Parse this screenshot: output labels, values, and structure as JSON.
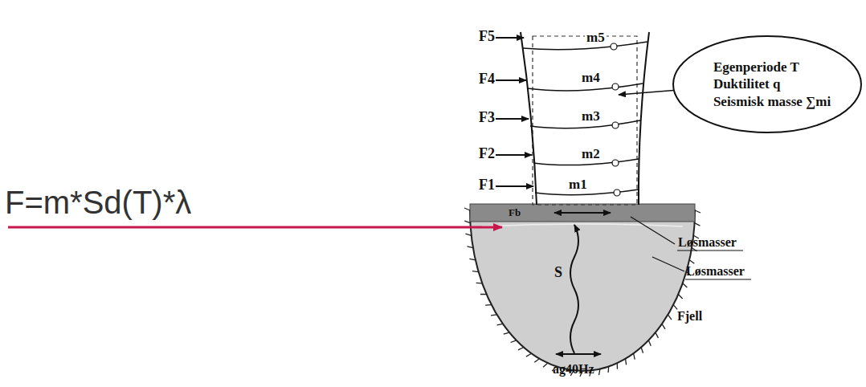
{
  "diagram": {
    "nodes": [
      {
        "text": [
          "Egenperiode T",
          "Duktilitet q",
          "Seismisk masse ∑mi"
        ]
      }
    ],
    "labels": [
      "F=m*Sd(T)*λ",
      "F5",
      "F4",
      "F3",
      "F2",
      "F1",
      "m5",
      "m4",
      "m3",
      "m2",
      "m1",
      "Fb",
      "S",
      "Løsmasser",
      "Løsmasser",
      "Fjell",
      "ag40Hz"
    ]
  }
}
